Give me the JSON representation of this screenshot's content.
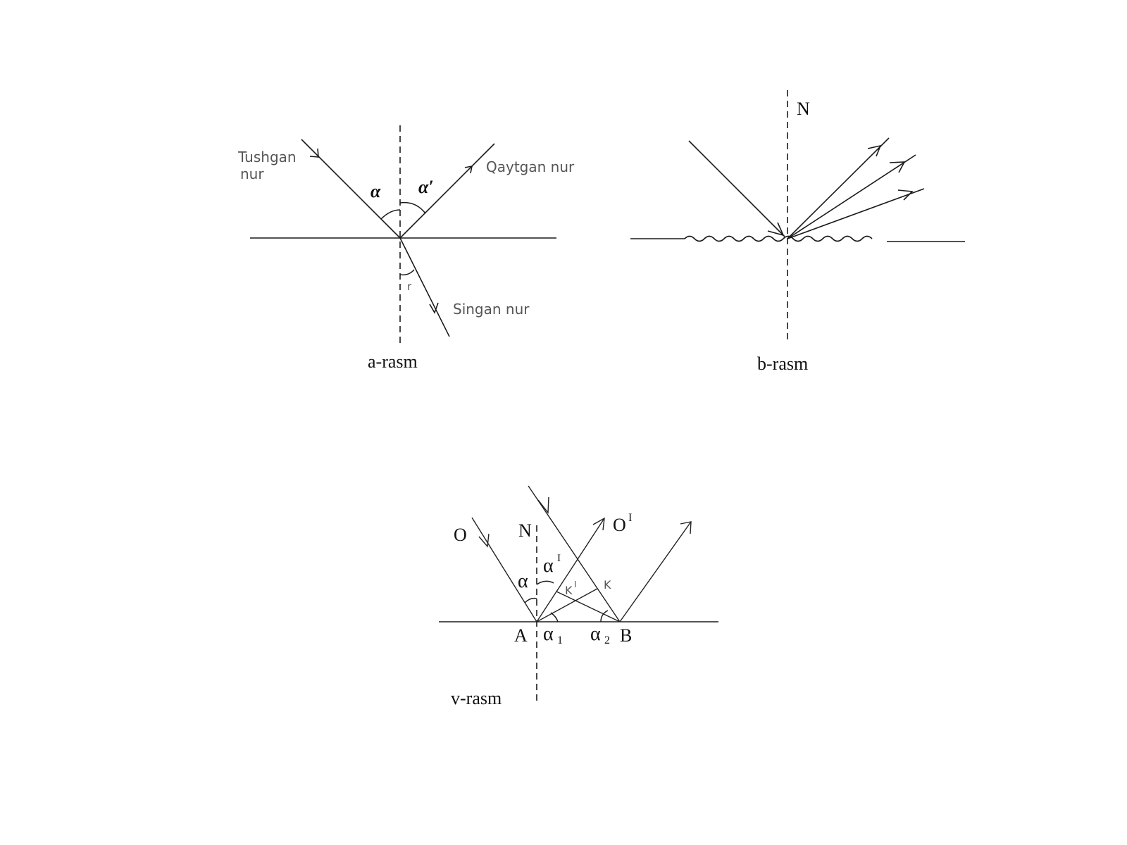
{
  "figure_a": {
    "caption": "a-rasm",
    "incident_label_1": "Tushgan",
    "incident_label_2": "nur",
    "reflected_label": "Qaytgan nur",
    "refracted_label": "Singan nur",
    "angle_incidence": "α",
    "angle_reflection": "α′",
    "angle_refraction": "r"
  },
  "figure_b": {
    "caption": "b-rasm",
    "normal_label": "N"
  },
  "figure_v": {
    "caption": "v-rasm",
    "label_O": "O",
    "label_O_prime": "O",
    "prime_mark": "I",
    "label_N": "N",
    "angle_alpha": "α",
    "angle_alpha_prime": "α",
    "label_K": "K",
    "label_K_prime": "K",
    "label_A": "A",
    "label_B": "B",
    "angle_alpha_1": "α",
    "sub_1": "1",
    "angle_alpha_2": "α",
    "sub_2": "2"
  }
}
